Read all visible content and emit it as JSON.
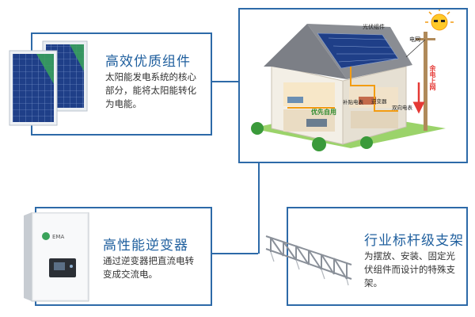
{
  "panels": {
    "modules": {
      "title": "高效优质组件",
      "desc_lines": [
        "太阳能发电系统的核心",
        "部分，能将太阳能转化",
        "为电能。"
      ]
    },
    "inverter": {
      "title": "高性能逆变器",
      "desc_lines": [
        "通过逆变器把直流电转",
        "变成交流电。"
      ],
      "brand_text": "EMA"
    },
    "bracket": {
      "title": "行业标杆级支架",
      "desc_lines": [
        "为摆放、安装、固定光",
        "伏组件而设计的特殊支",
        "架。"
      ]
    }
  },
  "house": {
    "labels": {
      "pv_module": "光伏组件",
      "grid": "电网",
      "surplus": "余电上网",
      "meter_sub": "补贴电表",
      "inverter": "逆变器",
      "bidirectional_meter": "双向电表",
      "priority_use": "优先自用"
    }
  },
  "colors": {
    "frame": "#2d6aa8",
    "title": "#1f5f9e",
    "accent_red": "#e53935",
    "accent_orange": "#f39c12",
    "label_green": "#2e8b2e",
    "panel_blue": "#1f3f88"
  }
}
